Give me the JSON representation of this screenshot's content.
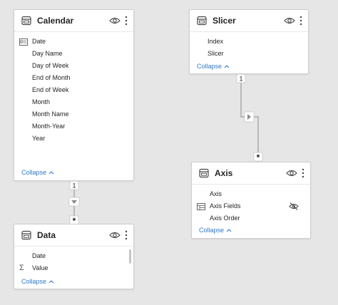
{
  "tables": {
    "calendar": {
      "title": "Calendar",
      "fields": [
        "Date",
        "Day Name",
        "Day of Week",
        "End of Month",
        "End of Week",
        "Month",
        "Month Name",
        "Month-Year",
        "Year"
      ],
      "collapse_label": "Collapse"
    },
    "slicer": {
      "title": "Slicer",
      "fields": [
        "Index",
        "Slicer"
      ],
      "collapse_label": "Collapse"
    },
    "axis": {
      "title": "Axis",
      "fields": [
        "Axis",
        "Axis Fields",
        "Axis Order"
      ],
      "collapse_label": "Collapse"
    },
    "data": {
      "title": "Data",
      "fields": [
        "Date",
        "Value"
      ],
      "collapse_label": "Collapse"
    }
  },
  "relationships": {
    "calendar_data": {
      "from_cardinality": "1",
      "to_cardinality": "*"
    },
    "slicer_axis": {
      "from_cardinality": "1",
      "to_cardinality": "*"
    }
  },
  "colors": {
    "canvas": "#e6e6e6",
    "link": "#2f79c4",
    "connector": "#9a9a9a"
  },
  "icons": {
    "table": "table-icon",
    "visibility": "eye-icon",
    "more": "more-options-icon",
    "calendar_date": "calendar-date-icon",
    "sum": "sigma-icon",
    "field_parameter": "field-parameter-icon",
    "hidden": "eye-hidden-icon"
  }
}
